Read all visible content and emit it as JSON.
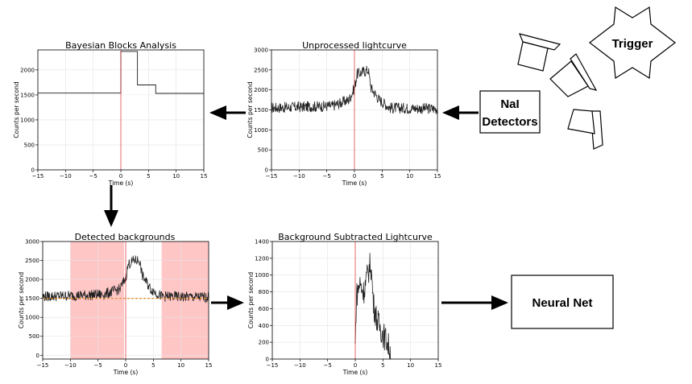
{
  "trigger": {
    "label": "Trigger"
  },
  "detectors": {
    "line1": "NaI",
    "line2": "Detectors"
  },
  "neural_net": {
    "label": "Neural Net"
  },
  "chart_data": [
    {
      "id": "raw",
      "type": "line",
      "title": "Unprocessed lightcurve",
      "xlabel": "Time (s)",
      "ylabel": "Counts per second",
      "xlim": [
        -15,
        15
      ],
      "ylim": [
        0,
        3000
      ],
      "xticks": [
        -15,
        -10,
        -5,
        0,
        5,
        10,
        15
      ],
      "yticks": [
        0,
        500,
        1000,
        1500,
        2000,
        2500,
        3000
      ],
      "trigger_time": 0,
      "grid": true,
      "series": [
        {
          "kind": "noisy",
          "x": [
            -15,
            -4,
            -1,
            0,
            0.5,
            1.5,
            2.5,
            3.0,
            4.5,
            6.5,
            15
          ],
          "y": [
            1550,
            1600,
            1750,
            2050,
            2400,
            2450,
            2500,
            2050,
            1750,
            1550,
            1530
          ],
          "noise": 140
        }
      ]
    },
    {
      "id": "bb",
      "type": "line",
      "title": "Bayesian Blocks Analysis",
      "xlabel": "Time (s)",
      "ylabel": "Counts per second",
      "xlim": [
        -15,
        15
      ],
      "ylim": [
        0,
        2400
      ],
      "xticks": [
        -15,
        -10,
        -5,
        0,
        5,
        10,
        15
      ],
      "yticks": [
        0,
        500,
        1000,
        1500,
        2000
      ],
      "trigger_time": 0,
      "grid": true,
      "series": [
        {
          "kind": "step",
          "edges": [
            -15,
            0,
            3,
            6.3,
            15
          ],
          "levels": [
            1540,
            2370,
            1700,
            1530
          ]
        }
      ]
    },
    {
      "id": "bg",
      "type": "line",
      "title": "Detected backgrounds",
      "xlabel": "Time (s)",
      "ylabel": "Counts per second",
      "xlim": [
        -15,
        15
      ],
      "ylim": [
        -100,
        3000
      ],
      "xticks": [
        -15,
        -10,
        -5,
        0,
        5,
        10,
        15
      ],
      "yticks": [
        0,
        500,
        1000,
        1500,
        2000,
        2500,
        3000
      ],
      "trigger_time": 0,
      "grid": true,
      "background_regions": [
        [
          -10,
          -0.3
        ],
        [
          6.5,
          15
        ]
      ],
      "background_level": 1500,
      "series": [
        {
          "kind": "noisy",
          "x": [
            -15,
            -4,
            -1,
            0,
            0.5,
            1.5,
            2.5,
            3.0,
            4.5,
            6.5,
            15
          ],
          "y": [
            1550,
            1600,
            1750,
            2050,
            2400,
            2500,
            2500,
            2100,
            1750,
            1550,
            1530
          ],
          "noise": 140
        }
      ]
    },
    {
      "id": "sub",
      "type": "line",
      "title": "Background Subtracted Lightcurve",
      "xlabel": "Time (s)",
      "ylabel": "Counts per second",
      "xlim": [
        -15,
        15
      ],
      "ylim": [
        0,
        1400
      ],
      "xticks": [
        -15,
        -10,
        -5,
        0,
        5,
        10,
        15
      ],
      "yticks": [
        0,
        200,
        400,
        600,
        800,
        1000,
        1200,
        1400
      ],
      "trigger_time": 0,
      "grid": true,
      "series": [
        {
          "kind": "noisy",
          "x": [
            0,
            0.2,
            0.8,
            1.5,
            2.2,
            2.8,
            3.3,
            4.0,
            5.0,
            5.8,
            6.5
          ],
          "y": [
            150,
            750,
            900,
            800,
            1000,
            1150,
            650,
            450,
            300,
            200,
            50
          ],
          "noise": 160,
          "floor": 0
        }
      ]
    }
  ]
}
